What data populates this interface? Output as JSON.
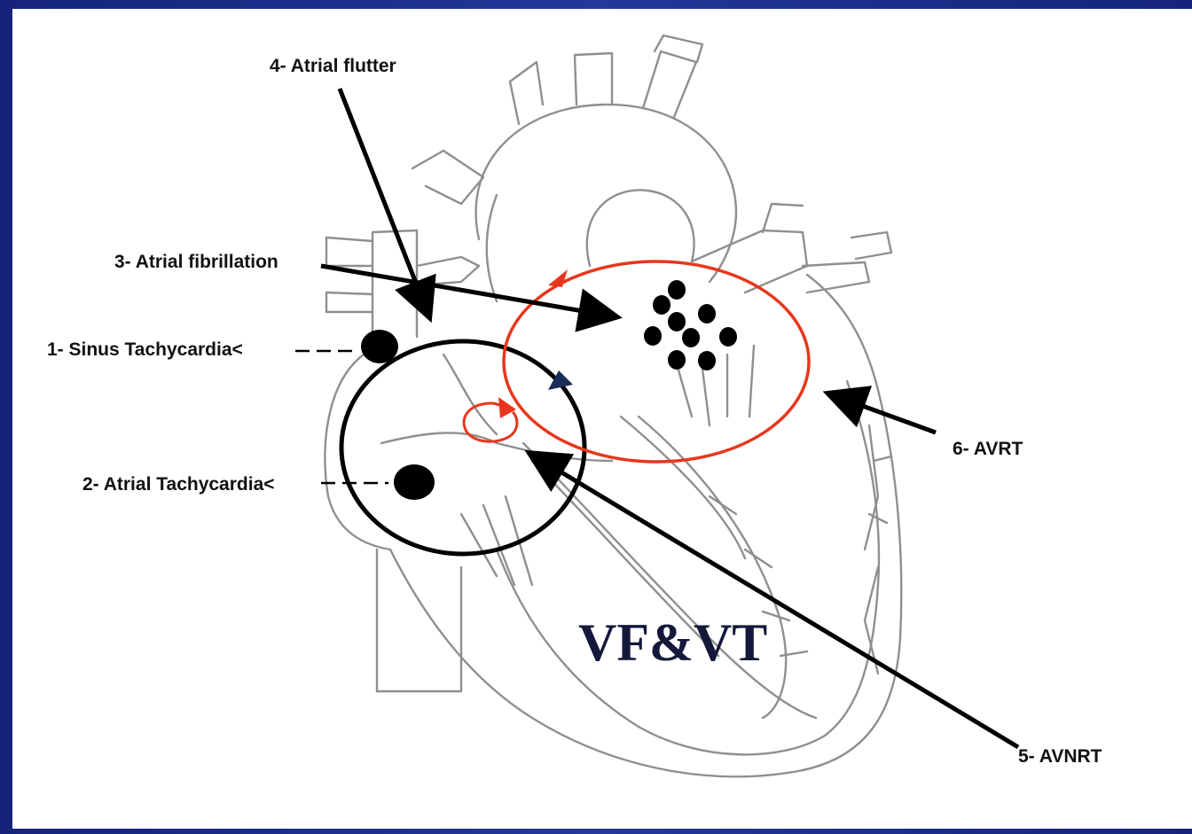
{
  "labels": {
    "sinus_tachycardia": "1- Sinus Tachycardia<",
    "atrial_tachycardia": "2- Atrial Tachycardia<",
    "atrial_fibrillation": "3- Atrial fibrillation",
    "atrial_flutter": "4- Atrial flutter",
    "avnrt": "5- AVNRT",
    "avrt": "6- AVRT",
    "vf_vt": "VF&VT"
  },
  "colors": {
    "background": "#1d2f8c",
    "reentry_circuit": "#e8361c",
    "annotation": "#000000",
    "sketch": "#8a8a8a",
    "direction_marker": "#1c2c5a"
  }
}
